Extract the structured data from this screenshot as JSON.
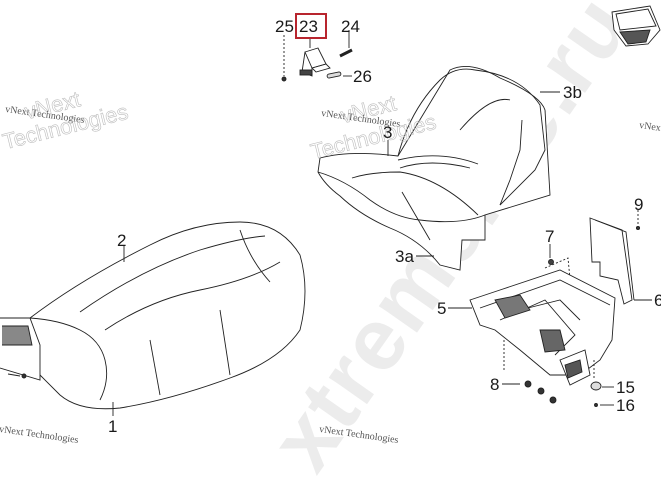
{
  "diagram": {
    "type": "exploded-parts-diagram",
    "subject": "Seat assembly",
    "highlighted_part": "23",
    "highlight_color": "#b8252e",
    "callouts": [
      {
        "id": "1",
        "label": "1"
      },
      {
        "id": "2",
        "label": "2"
      },
      {
        "id": "3",
        "label": "3"
      },
      {
        "id": "3a",
        "label": "3a"
      },
      {
        "id": "3b",
        "label": "3b"
      },
      {
        "id": "5",
        "label": "5"
      },
      {
        "id": "6",
        "label": "6"
      },
      {
        "id": "7",
        "label": "7"
      },
      {
        "id": "8",
        "label": "8"
      },
      {
        "id": "9",
        "label": "9"
      },
      {
        "id": "15",
        "label": "15"
      },
      {
        "id": "16",
        "label": "16"
      },
      {
        "id": "23",
        "label": "23"
      },
      {
        "id": "24",
        "label": "24"
      },
      {
        "id": "25",
        "label": "25"
      },
      {
        "id": "26",
        "label": "26"
      }
    ]
  },
  "watermarks": {
    "small_text": "vNext Technologies",
    "outline_top": "vNext",
    "outline_bottom": "Technologies",
    "big_text": "xtremelife.ru"
  }
}
